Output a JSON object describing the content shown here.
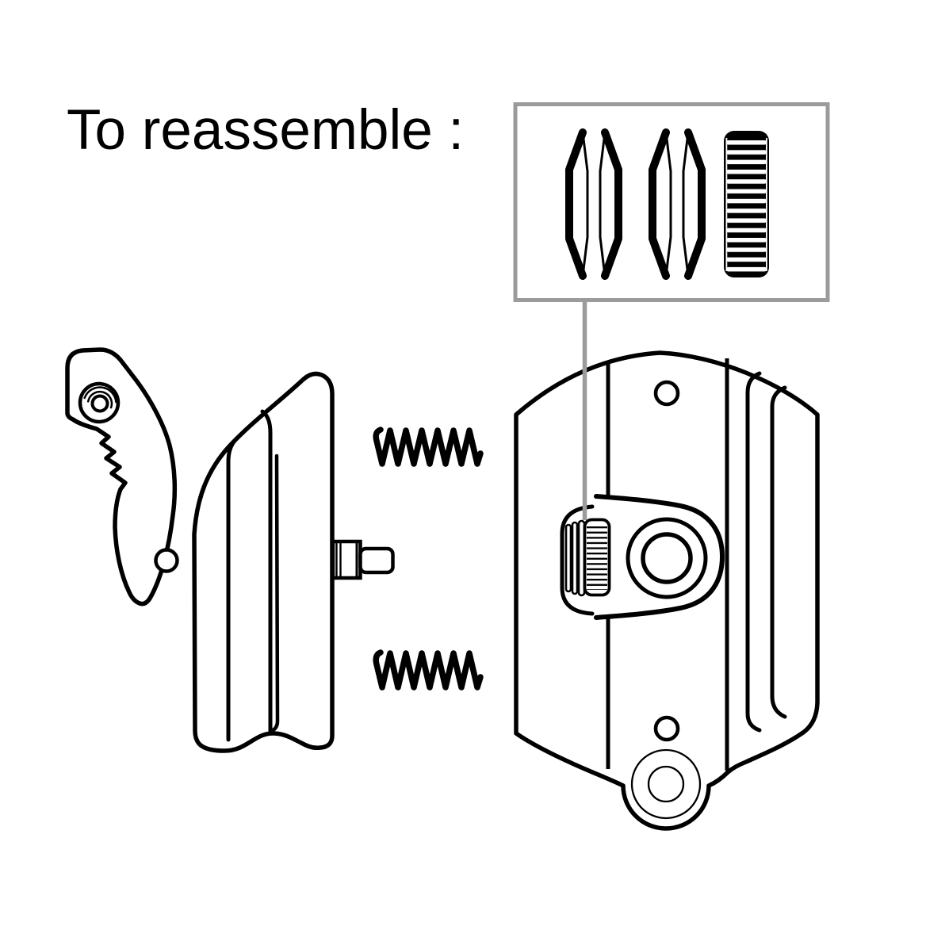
{
  "page": {
    "title": "To reassemble :"
  },
  "colors": {
    "line": "#000000",
    "callout": "#9b9b9b",
    "background": "#ffffff"
  },
  "diagram": {
    "callout": {
      "box": "washer-stack-and-thumb-nut-detail",
      "parts": [
        "spring-washer",
        "spring-washer",
        "spring-washer",
        "spring-washer",
        "knurled-thumb-nut"
      ]
    },
    "left_assembly": {
      "name": "quick-release-cam-lever-clamp",
      "parts": [
        "cam-lever",
        "lever-pivot",
        "serrated-cam-teeth",
        "lever-hole",
        "clamp-body",
        "threaded-stud"
      ]
    },
    "middle": {
      "parts": [
        "coil-spring-upper",
        "coil-spring-lower"
      ]
    },
    "right_assembly": {
      "name": "clamp-mount-body",
      "parts": [
        "body-outline",
        "knurled-adjustment-wheel",
        "spring-washer-stack",
        "pivot-boss",
        "upper-screw-hole",
        "lower-screw-hole",
        "counterbored-hole"
      ]
    }
  }
}
